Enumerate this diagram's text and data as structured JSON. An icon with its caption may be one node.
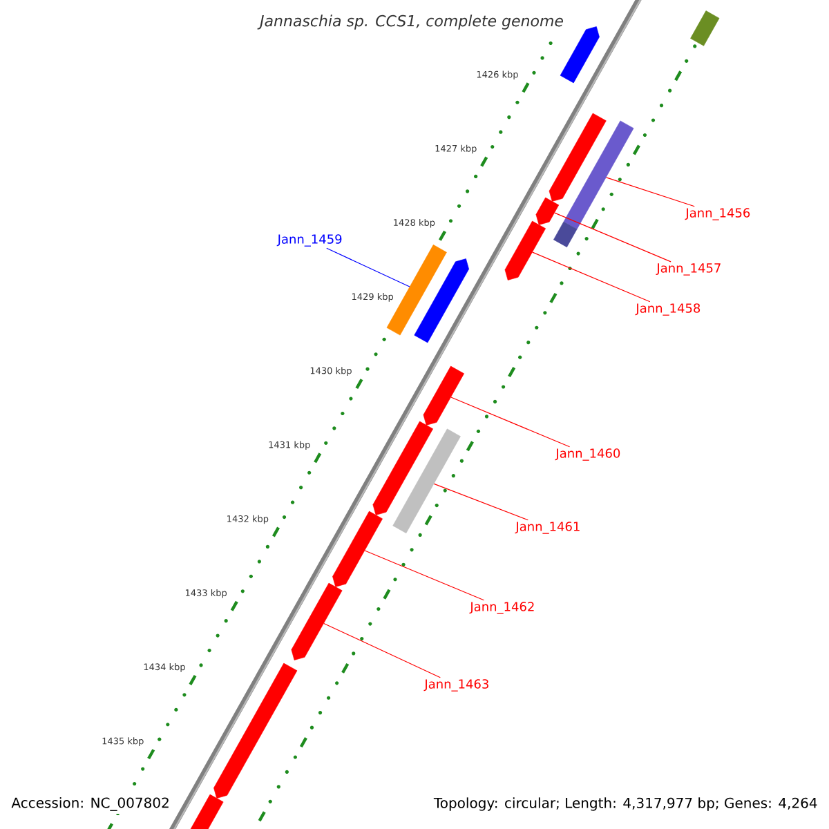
{
  "diagram": {
    "title": "Jannaschia sp. CCS1, complete genome",
    "nodes": [
      {
        "text": [
          "Jann_1456"
        ]
      },
      {
        "text": [
          "Jann_1459"
        ]
      },
      {
        "text": [
          "Jann_1457"
        ]
      },
      {
        "text": [
          "Jann_1458"
        ]
      },
      {
        "text": [
          "Jann_1460"
        ]
      },
      {
        "text": [
          "Jann_1461"
        ]
      },
      {
        "text": [
          "Jann_1462"
        ]
      },
      {
        "text": [
          "Jann_1463"
        ]
      },
      {
        "text": [],
        "shape": "bar"
      },
      {
        "text": [],
        "shape": "bar"
      },
      {
        "text": [],
        "shape": "bar"
      },
      {
        "text": [],
        "shape": "bar"
      },
      {
        "text": [],
        "shape": "bar"
      },
      {
        "text": [],
        "shape": "bar"
      },
      {
        "text": [],
        "shape": "bar"
      },
      {
        "text": [],
        "shape": "bar"
      },
      {
        "text": [],
        "shape": "bar"
      },
      {
        "text": [],
        "shape": "bar"
      },
      {
        "text": [],
        "shape": "bar"
      },
      {
        "text": [],
        "shape": "bar"
      },
      {
        "text": [],
        "shape": "bar"
      },
      {
        "text": [],
        "shape": "bar"
      },
      {
        "text": [],
        "shape": "bar"
      },
      {
        "text": [],
        "shape": "bar"
      }
    ],
    "edges": [
      {
        "from": 0,
        "to": 8,
        "arrow": "none"
      },
      {
        "from": 1,
        "to": 11,
        "arrow": "none",
        "color": "#0000ff"
      },
      {
        "from": 2,
        "to": 9,
        "arrow": "none"
      },
      {
        "from": 3,
        "to": 10,
        "arrow": "none"
      },
      {
        "from": 4,
        "to": 12,
        "arrow": "none"
      },
      {
        "from": 5,
        "to": 13,
        "arrow": "none"
      },
      {
        "from": 6,
        "to": 14,
        "arrow": "none"
      },
      {
        "from": 7,
        "to": 15,
        "arrow": "none"
      }
    ],
    "labels": [
      "1426 kbp",
      "1427 kbp",
      "1428 kbp",
      "1429 kbp",
      "1430 kbp",
      "1431 kbp",
      "1432 kbp",
      "1433 kbp",
      "1434 kbp",
      "1435 kbp",
      "Accession: NC_007802",
      "Topology: circular; Length: 4,317,977 bp; Genes: 4,264"
    ]
  }
}
